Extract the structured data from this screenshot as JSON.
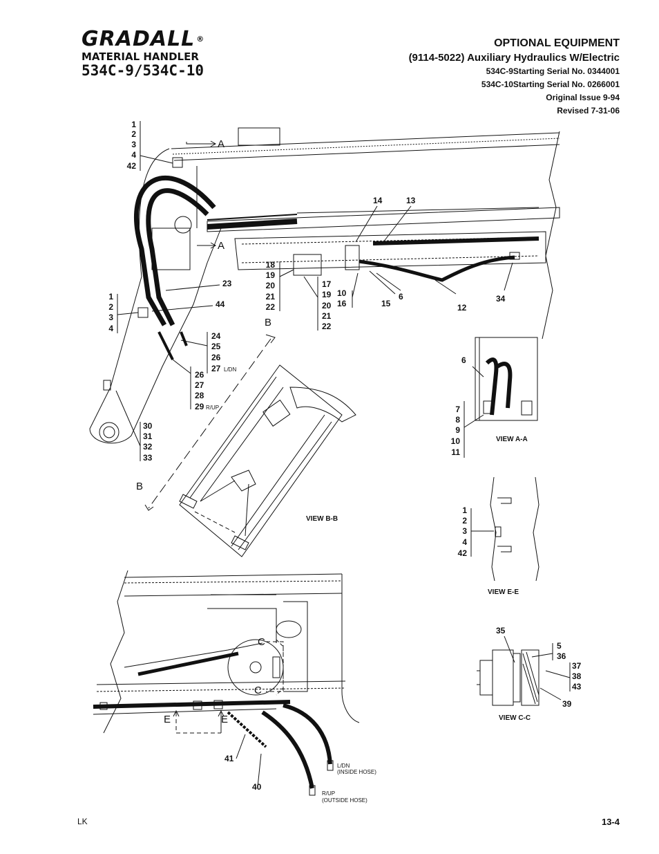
{
  "logo": {
    "brand": "GRADALL",
    "registered": "®",
    "subtitle": "MATERIAL HANDLER",
    "model": "534C-9/534C-10"
  },
  "header": {
    "section": "OPTIONAL EQUIPMENT",
    "title": "(9114-5022) Auxiliary Hydraulics W/Electric",
    "serial_9": "534C-9Starting Serial No. 0344001",
    "serial_10": "534C-10Starting Serial No. 0266001",
    "original_issue": "Original Issue 9-94",
    "revised": "Revised 7-31-06"
  },
  "callouts": {
    "g1": [
      "1",
      "2",
      "3",
      "4",
      "42"
    ],
    "g2": [
      "1",
      "2",
      "3",
      "4"
    ],
    "g3": [
      "18",
      "19",
      "20",
      "21",
      "22"
    ],
    "g4": [
      "17",
      "19",
      "20",
      "21",
      "22"
    ],
    "g5": [
      "10",
      "16"
    ],
    "g6": [
      "24",
      "25",
      "26",
      "27"
    ],
    "g7": [
      "26",
      "27",
      "28",
      "29"
    ],
    "g8": [
      "30",
      "31",
      "32",
      "33"
    ],
    "g9": [
      "7",
      "8",
      "9",
      "10",
      "11"
    ],
    "g10": [
      "1",
      "2",
      "3",
      "4",
      "42"
    ],
    "g11": [
      "5",
      "36"
    ],
    "g12": [
      "37",
      "38",
      "43"
    ],
    "n14": "14",
    "n13": "13",
    "n23": "23",
    "n44": "44",
    "n15": "15",
    "n6": "6",
    "n12": "12",
    "n34": "34",
    "n6b": "6",
    "n35": "35",
    "n39": "39",
    "n41": "41",
    "n40": "40"
  },
  "notes": {
    "ldn": "L/DN",
    "rup": "R/UP",
    "ldn_inside_1": "L/DN",
    "ldn_inside_2": "(INSIDE HOSE)",
    "rup_outside_1": "R/UP",
    "rup_outside_2": "(OUTSIDE HOSE)"
  },
  "section_marks": {
    "a_top": "A",
    "a_bot": "A",
    "b_top": "B",
    "b_bot": "B",
    "c_top": "C",
    "c_bot": "C",
    "e_left": "E",
    "e_right": "E"
  },
  "views": {
    "aa": "VIEW A-A",
    "bb": "VIEW B-B",
    "ee": "VIEW E-E",
    "cc": "VIEW C-C"
  },
  "footer": {
    "left": "LK",
    "page": "13-4"
  }
}
